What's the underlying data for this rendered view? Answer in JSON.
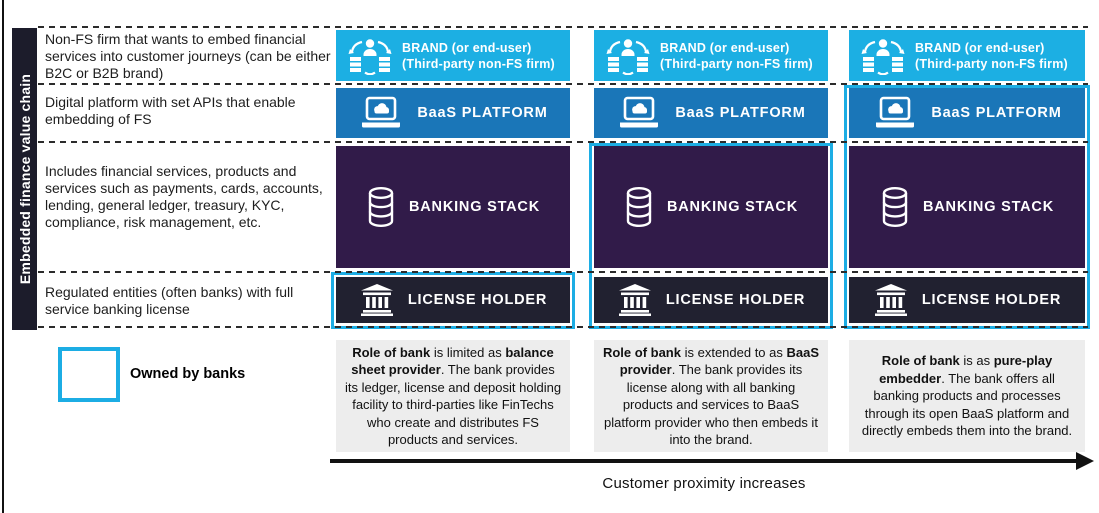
{
  "sidebar": {
    "label": "Embedded finance value chain"
  },
  "rows": [
    {
      "description": "Non-FS firm that wants to embed financial services into customer journeys (can be either B2C or B2B brand)"
    },
    {
      "description": "Digital platform with set APIs that enable embedding of FS"
    },
    {
      "description": "Includes financial services, products and services such as payments, cards, accounts, lending, general ledger, treasury, KYC, compliance, risk management, etc."
    },
    {
      "description": "Regulated entities (often banks) with full service banking license"
    }
  ],
  "boxes": {
    "brand_line1": "BRAND (or end-user)",
    "brand_line2": "(Third-party non-FS firm)",
    "baas": "BaaS PLATFORM",
    "stack": "BANKING STACK",
    "license": "LICENSE HOLDER"
  },
  "legend": {
    "label": "Owned by banks"
  },
  "roles": [
    {
      "b1": "Role of bank",
      "t1": " is limited as ",
      "b2": "balance sheet provider",
      "t2": ". The bank provides its ledger, license and deposit holding facility to third-parties like FinTechs who create and distributes FS products and services."
    },
    {
      "b1": "Role of bank",
      "t1": " is extended to as ",
      "b2": "BaaS provider",
      "t2": ". The bank provides its license along with all banking products and services to BaaS platform provider who then embeds it into the brand."
    },
    {
      "b1": "Role of bank",
      "t1": " is as ",
      "b2": "pure-play embedder",
      "t2": ". The bank offers all banking products and processes through its open BaaS platform and directly embeds them into the brand."
    }
  ],
  "axis": {
    "label": "Customer proximity increases"
  },
  "colors": {
    "brand_box": "#1cafe3",
    "baas_box": "#1a76b8",
    "stack_box": "#311b49",
    "license_box": "#212130",
    "owned_outline": "#1cade4",
    "sidebar_bg": "#1c1c2b",
    "role_bg": "#ededed"
  }
}
